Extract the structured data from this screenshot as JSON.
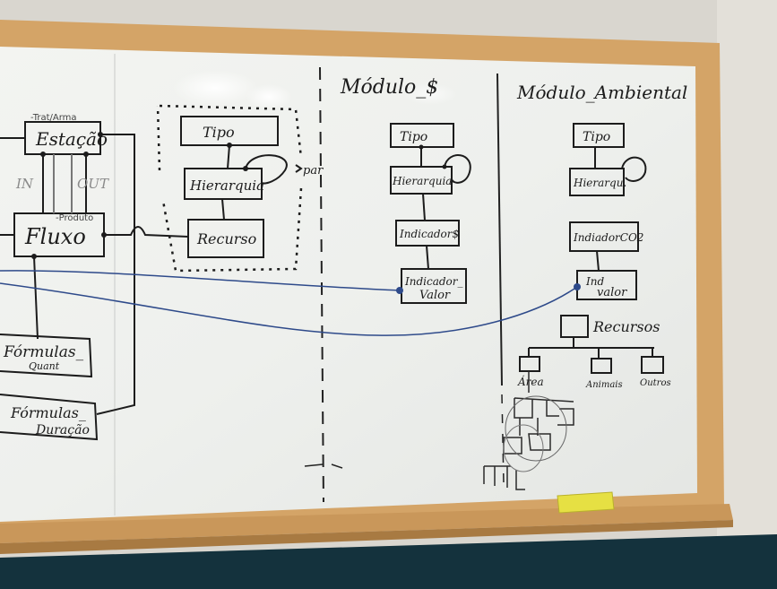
{
  "board": {
    "headers": {
      "module_money": "Módulo_$",
      "module_env": "Módulo_Ambiental"
    },
    "left_section": {
      "station": "Estação",
      "station_note": "-Trat/Arma",
      "in_label": "IN",
      "out_label": "OUT",
      "flow": "Fluxo",
      "flow_note": "-Produto",
      "formulas_1": "Fórmulas_",
      "formulas_1_sub": "Quant",
      "formulas_2": "Fórmulas_",
      "formulas_2_sub": "Duração"
    },
    "middle_section": {
      "type": "Tipo",
      "hierarchy": "Hierarquia",
      "resource": "Recurso",
      "side_note": "par"
    },
    "money_module": {
      "type": "Tipo",
      "hierarchy": "Hierarquia",
      "indicator": "Indicador$",
      "indicator_value_1": "Indicador_",
      "indicator_value_2": "Valor"
    },
    "env_module": {
      "type": "Tipo",
      "hierarchy": "Hierarqu.",
      "indicator": "IndiadorCO2",
      "indicator_value_1": "Ind",
      "indicator_value_2": "valor",
      "resources": "Recursos",
      "res_area": "Área",
      "res_animals": "Animais",
      "res_others": "Outros"
    }
  },
  "colors": {
    "board": "#f2f3f0",
    "frame": "#d4a467",
    "frame_dark": "#b98a4c",
    "ink": "#1c1c1c",
    "blue_ink": "#2e4a8a",
    "eraser": "#e6e043",
    "wall": "#d9d6cf",
    "floor": "#14323d"
  }
}
